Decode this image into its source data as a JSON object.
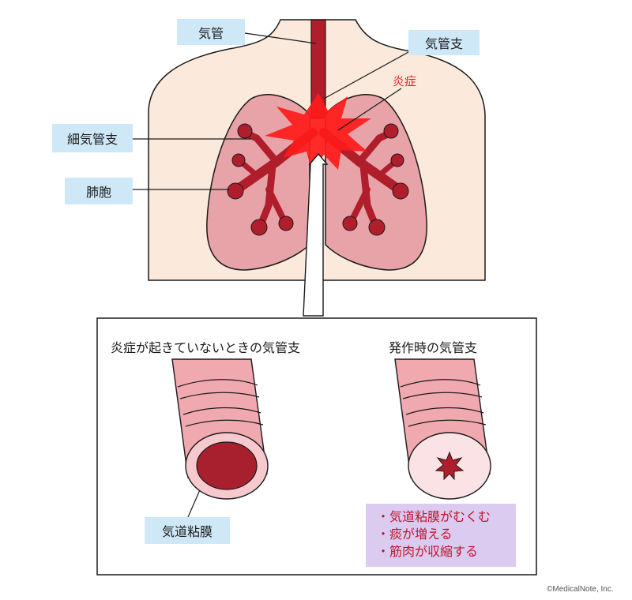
{
  "labels": {
    "trachea": "気管",
    "bronchus": "気管支",
    "inflammation": "炎症",
    "bronchiole": "細気管支",
    "alveoli": "肺胞",
    "mucosa": "気道粘膜"
  },
  "panel": {
    "normal_caption": "炎症が起きていないときの気管支",
    "attack_caption": "発作時の気管支",
    "attack_effects": [
      "・気道粘膜がむくむ",
      "・痰が増える",
      "・筋肉が収縮する"
    ]
  },
  "credit": "©MedicalNote, Inc.",
  "colors": {
    "skin": "#fbeadb",
    "lung": "#e8a3a8",
    "lung_dark": "#d9868d",
    "airway": "#b01e2c",
    "inflammation": "#ff1a1a",
    "label_bg": "#cfe8f7",
    "effects_bg": "#dccbf0",
    "tube": "#f1a9b0"
  }
}
